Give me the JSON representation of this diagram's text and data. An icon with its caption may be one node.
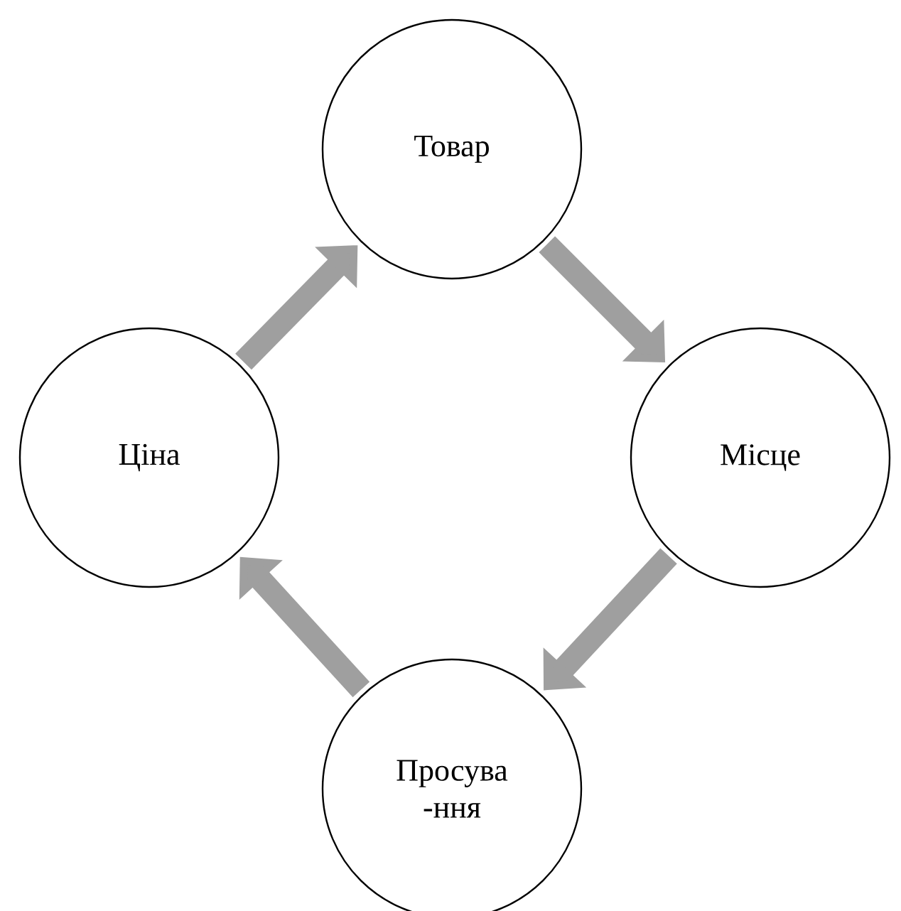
{
  "diagram": {
    "nodes": [
      {
        "text": [
          "Товар"
        ]
      },
      {
        "text": [
          "Місце"
        ]
      },
      {
        "text": [
          "Просува -ння"
        ]
      },
      {
        "text": [
          "Ціна"
        ]
      }
    ],
    "edges": [
      {
        "from": 3,
        "to": 0,
        "arrow": "to"
      },
      {
        "from": 0,
        "to": 1,
        "arrow": "to"
      },
      {
        "from": 1,
        "to": 2,
        "arrow": "to"
      },
      {
        "from": 2,
        "to": 3,
        "arrow": "to"
      }
    ]
  }
}
